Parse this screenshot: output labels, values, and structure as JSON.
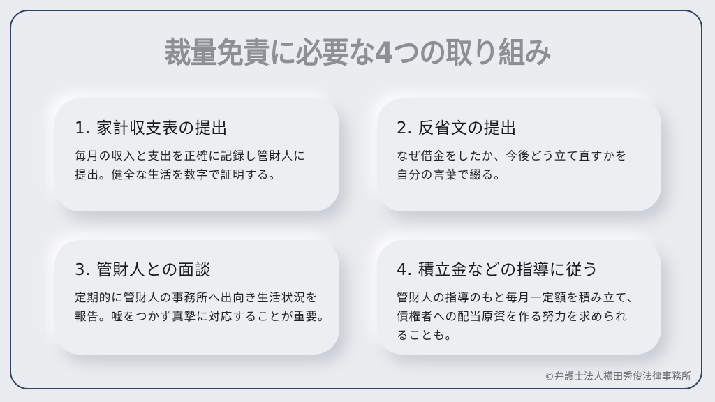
{
  "title": "裁量免責に必要な4つの取り組み",
  "cards": [
    {
      "heading": "1. 家計収支表の提出",
      "body_lines": [
        "毎月の収入と支出を正確に記録し管財人に",
        "提出。健全な生活を数字で証明する。"
      ]
    },
    {
      "heading": "2. 反省文の提出",
      "body_lines": [
        "なぜ借金をしたか、今後どう立て直すかを",
        "自分の言葉で綴る。"
      ]
    },
    {
      "heading": "3. 管財人との面談",
      "body_lines": [
        "定期的に管財人の事務所へ出向き生活状況を",
        "報告。嘘をつかず真摯に対応することが重要。"
      ]
    },
    {
      "heading": "4. 積立金などの指導に従う",
      "body_lines": [
        "管財人の指導のもと毎月一定額を積み立て、",
        "債権者への配当原資を作る努力を求められ",
        "ることも。"
      ]
    }
  ],
  "copyright": "©弁護士法人横田秀俊法律事務所",
  "colors": {
    "background": "#eaebee",
    "frame_border": "#2f4466",
    "title": "#8c8f93",
    "card_background": "#eceef1",
    "heading_text": "#1b1b1b",
    "body_text": "#222222",
    "copyright_text": "#6b6e73"
  }
}
